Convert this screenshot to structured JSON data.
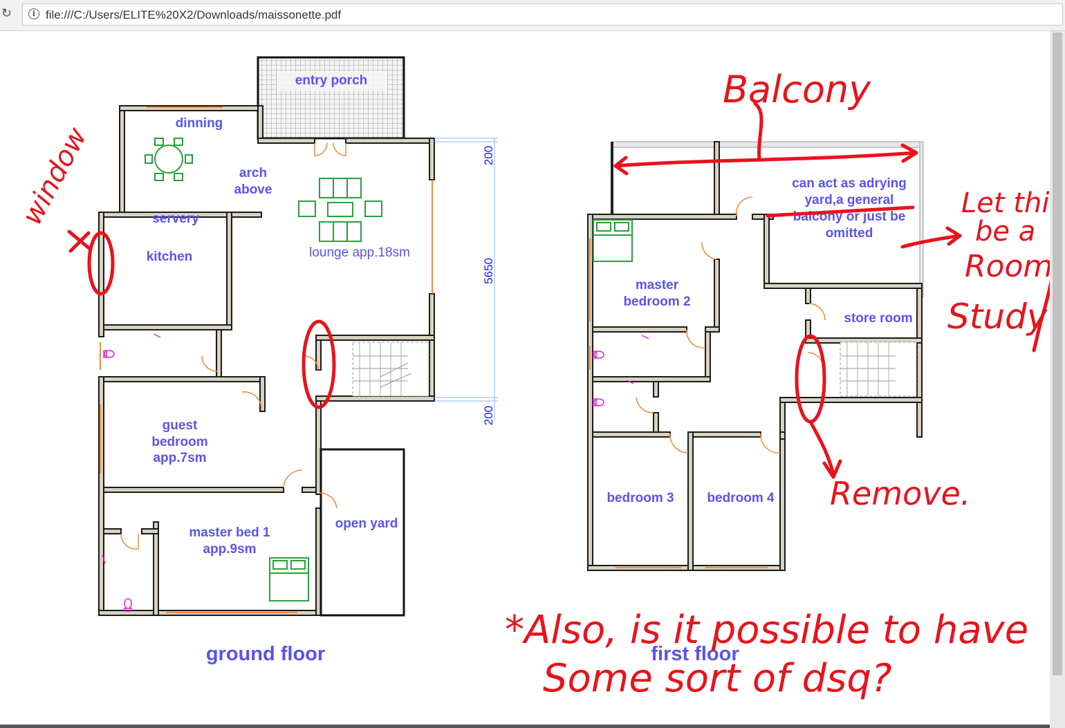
{
  "browser": {
    "reload_icon": "reload-icon",
    "info_icon": "info-icon",
    "url": "file:///C:/Users/ELITE%20X2/Downloads/maissonette.pdf"
  },
  "ground_floor": {
    "title": "ground floor",
    "rooms": {
      "entry_porch": "entry porch",
      "dinning": "dinning",
      "arch_line1": "arch",
      "arch_line2": "above",
      "servery": "servery",
      "kitchen": "kitchen",
      "lounge": "lounge app.18sm",
      "guest_line1": "guest",
      "guest_line2": "bedroom",
      "guest_line3": "app.7sm",
      "master1_line1": "master bed 1",
      "master1_line2": "app.9sm",
      "open_yard": "open yard"
    },
    "dimensions": {
      "top": "200",
      "middle": "5650",
      "bottom": "200"
    }
  },
  "first_floor": {
    "title": "first floor",
    "rooms": {
      "balcony_line1": "can act as adrying",
      "balcony_line2": "yard,a general",
      "balcony_line3": "balcony or just be",
      "balcony_line4": "omitted",
      "master2_line1": "master",
      "master2_line2": "bedroom 2",
      "store_room": "store room",
      "bedroom3": "bedroom 3",
      "bedroom4": "bedroom 4"
    }
  },
  "annotations": {
    "window": "window",
    "balcony": "Balcony",
    "let_line1": "Let this",
    "let_line2": "be a",
    "let_line3": "Room",
    "let_line4": "Study",
    "remove": "Remove.",
    "question_line1": "*Also, is it possible to have",
    "question_line2": "Some sort of dsq?",
    "color": "#e8131c"
  },
  "colors": {
    "label": "#5a52f0",
    "wall_fill": "#d8d2c0",
    "window": "#f08a3a",
    "furniture": "#27a03a",
    "dimension": "#1a1aff",
    "fixtures": "#e020e0"
  }
}
